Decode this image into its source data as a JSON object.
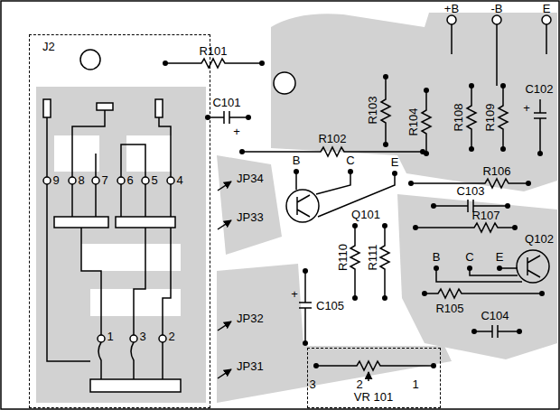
{
  "diagram": {
    "nodes": [
      {
        "text": [
          "J2"
        ]
      },
      {
        "text": [
          "VR 101"
        ]
      }
    ],
    "labels": [
      "R101",
      "C101",
      "+",
      "R102",
      "R103",
      "R104",
      "R108",
      "R109",
      "+B",
      "-B",
      "E",
      "C102",
      "+",
      "R106",
      "C103",
      "R107",
      "Q102",
      "B",
      "C",
      "E",
      "Q101",
      "B",
      "C",
      "E",
      "JP34",
      "JP33",
      "JP32",
      "JP31",
      "R110",
      "R111",
      "C105",
      "+",
      "R105",
      "C104",
      "9",
      "8",
      "7",
      "6",
      "5",
      "4",
      "1",
      "3",
      "2",
      "3",
      "2",
      "1"
    ]
  }
}
